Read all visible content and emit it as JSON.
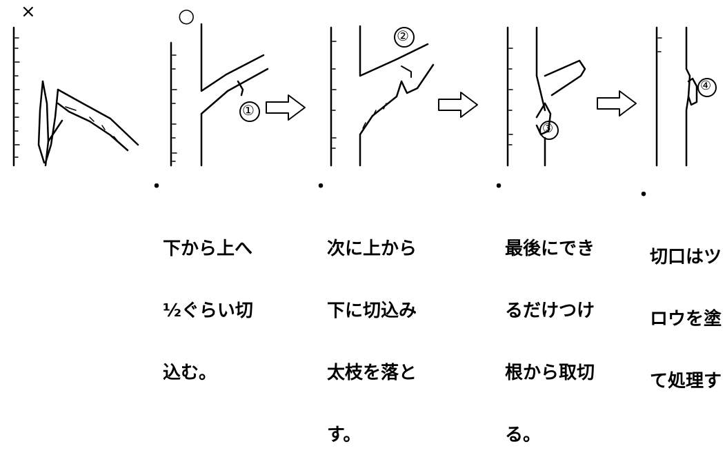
{
  "panels": [
    {
      "mark": "×",
      "caption": []
    },
    {
      "mark": "○",
      "caption": [
        "下から上へ",
        "½ぐらい切",
        "込む。"
      ]
    },
    {
      "mark": "",
      "caption": [
        "次に上から",
        "下に切込み",
        "太枝を落と",
        "す。"
      ]
    },
    {
      "mark": "",
      "caption": [
        "最後にでき",
        "るだけつけ",
        "根から取切",
        "る。"
      ]
    },
    {
      "mark": "",
      "caption": [
        "切口はツ",
        "ロウを塗",
        "て処理す"
      ]
    }
  ],
  "steps": [
    "①",
    "②",
    "③",
    "④"
  ],
  "bullet": "・",
  "colors": {
    "ink": "#000000",
    "paper": "#ffffff"
  }
}
